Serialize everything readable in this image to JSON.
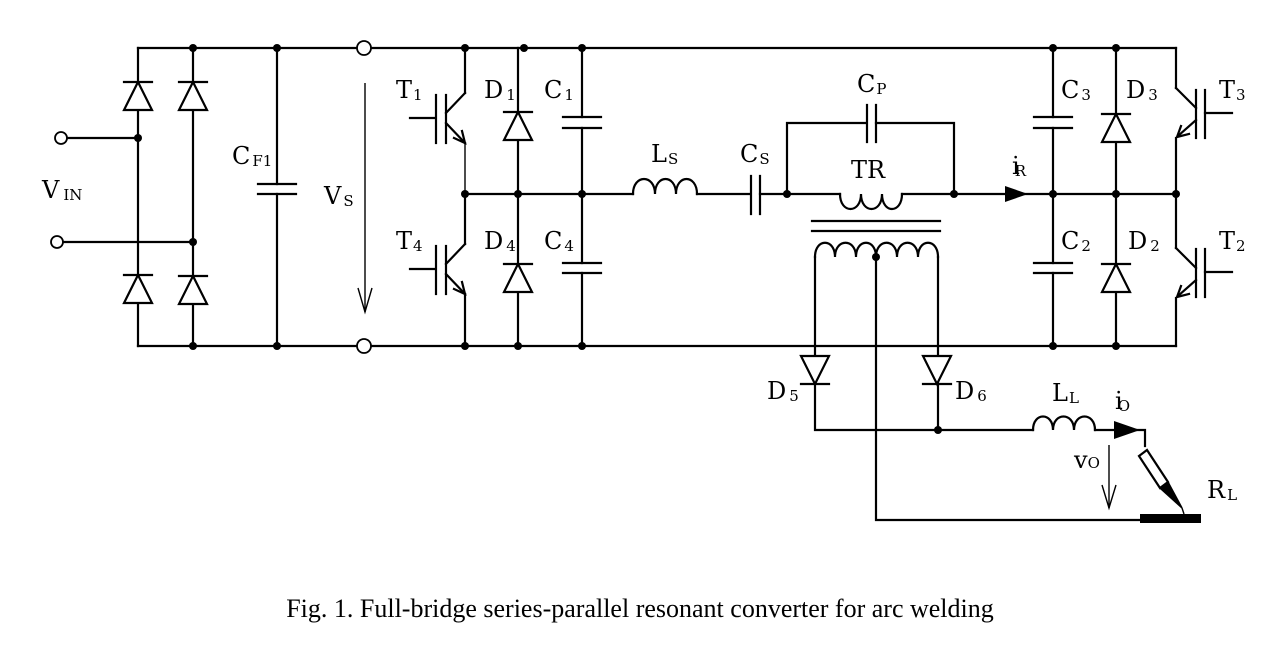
{
  "figure": {
    "caption": "Fig. 1. Full-bridge series-parallel resonant converter for arc welding"
  },
  "labels": {
    "vin": {
      "main": "V",
      "sub": "IN"
    },
    "cf1": {
      "main": "C",
      "sub": "F1"
    },
    "vs": {
      "main": "V",
      "sub": "S"
    },
    "t1": {
      "main": "T",
      "sub": "1"
    },
    "t2": {
      "main": "T",
      "sub": "2"
    },
    "t3": {
      "main": "T",
      "sub": "3"
    },
    "t4": {
      "main": "T",
      "sub": "4"
    },
    "d1": {
      "main": "D",
      "sub": "1"
    },
    "d2": {
      "main": "D",
      "sub": "2"
    },
    "d3": {
      "main": "D",
      "sub": "3"
    },
    "d4": {
      "main": "D",
      "sub": "4"
    },
    "d5": {
      "main": "D",
      "sub": "5"
    },
    "d6": {
      "main": "D",
      "sub": "6"
    },
    "c1": {
      "main": "C",
      "sub": "1"
    },
    "c2": {
      "main": "C",
      "sub": "2"
    },
    "c3": {
      "main": "C",
      "sub": "3"
    },
    "c4": {
      "main": "C",
      "sub": "4"
    },
    "ls": {
      "main": "L",
      "sub": "S"
    },
    "cs": {
      "main": "C",
      "sub": "S"
    },
    "cp": {
      "main": "C",
      "sub": "P"
    },
    "tr": {
      "main": "TR"
    },
    "ir": {
      "main": "i",
      "sub": "R"
    },
    "ll": {
      "main": "L",
      "sub": "L"
    },
    "io": {
      "main": "i",
      "sub": "O"
    },
    "vo": {
      "main": "v",
      "sub": "O"
    },
    "rl": {
      "main": "R",
      "sub": "L"
    }
  }
}
